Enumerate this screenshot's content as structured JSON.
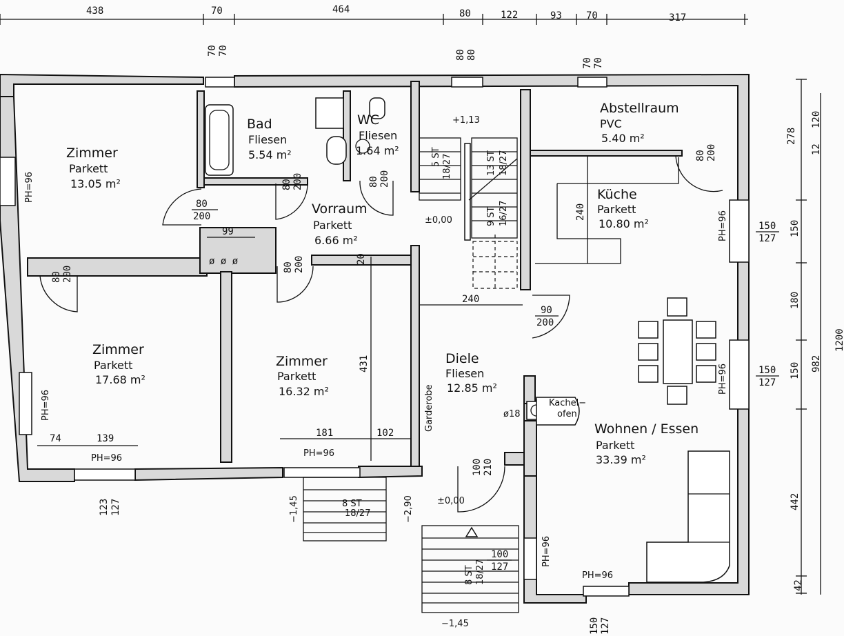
{
  "top_dimensions": [
    "438",
    "70",
    "464",
    "80",
    "122",
    "93",
    "70",
    "317"
  ],
  "right_dimensions": [
    "278",
    "120",
    "12",
    "150",
    "180",
    "150",
    "442",
    "42",
    "982",
    "1200"
  ],
  "window_dims": {
    "w1": "70",
    "w1b": "70",
    "w2": "80",
    "w2b": "80",
    "w3": "70",
    "w3b": "70",
    "w4a": "150",
    "w4b": "127",
    "w5a": "150",
    "w5b": "127",
    "w6a": "123",
    "w6b": "127",
    "w7a": "150",
    "w7b": "127",
    "w8a": "100",
    "w8b": "127"
  },
  "rooms": [
    {
      "name": "Zimmer",
      "material": "Parkett",
      "area": "13.05 m²"
    },
    {
      "name": "Bad",
      "material": "Fliesen",
      "area": "5.54 m²"
    },
    {
      "name": "WC",
      "material": "Fliesen",
      "area": "1.64 m²"
    },
    {
      "name": "Abstellraum",
      "material": "PVC",
      "area": "5.40 m²"
    },
    {
      "name": "Küche",
      "material": "Parkett",
      "area": "10.80 m²"
    },
    {
      "name": "Vorraum",
      "material": "Parkett",
      "area": "6.66 m²"
    },
    {
      "name": "Zimmer",
      "material": "Parkett",
      "area": "17.68 m²"
    },
    {
      "name": "Zimmer",
      "material": "Parkett",
      "area": "16.32 m²"
    },
    {
      "name": "Diele",
      "material": "Fliesen",
      "area": "12.85 m²"
    },
    {
      "name": "Wohnen / Essen",
      "material": "Parkett",
      "area": "33.39 m²"
    }
  ],
  "doors": {
    "d1a": "80",
    "d1b": "200",
    "d2a": "80",
    "d2b": "200",
    "d3a": "80",
    "d3b": "200",
    "d4a": "80",
    "d4b": "200",
    "d5a": "80",
    "d5b": "200",
    "d6a": "80",
    "d6b": "200",
    "d7a": "90",
    "d7b": "200",
    "d8a": "100",
    "d8b": "210"
  },
  "labels": {
    "ph96": "PH=96",
    "level_up": "+1,13",
    "level_zero": "±0,00",
    "level_zero2": "±0,00",
    "level_m145": "−1,45",
    "level_m145b": "−1,45",
    "level_m290": "−2,90",
    "stair1_a": "5 ST",
    "stair1_b": "18/27",
    "stair2_a": "13 ST",
    "stair2_b": "18/27",
    "stair3_a": "9 ST",
    "stair3_b": "16/27",
    "stair4_a": "8 ST",
    "stair4_b": "18/27",
    "stair5_a": "8 ST",
    "stair5_b": "18/27",
    "garderobe": "Garderobe",
    "kachelofen_a": "Kachel−",
    "kachelofen_b": "ofen",
    "chimney": "ø18",
    "dim_99": "99",
    "dim_240": "240",
    "dim_240v": "240",
    "dim_431": "431",
    "dim_74": "74",
    "dim_139": "139",
    "dim_181": "181",
    "dim_102": "102",
    "dim_20": "20",
    "sym_ooo": "ø ø ø"
  }
}
